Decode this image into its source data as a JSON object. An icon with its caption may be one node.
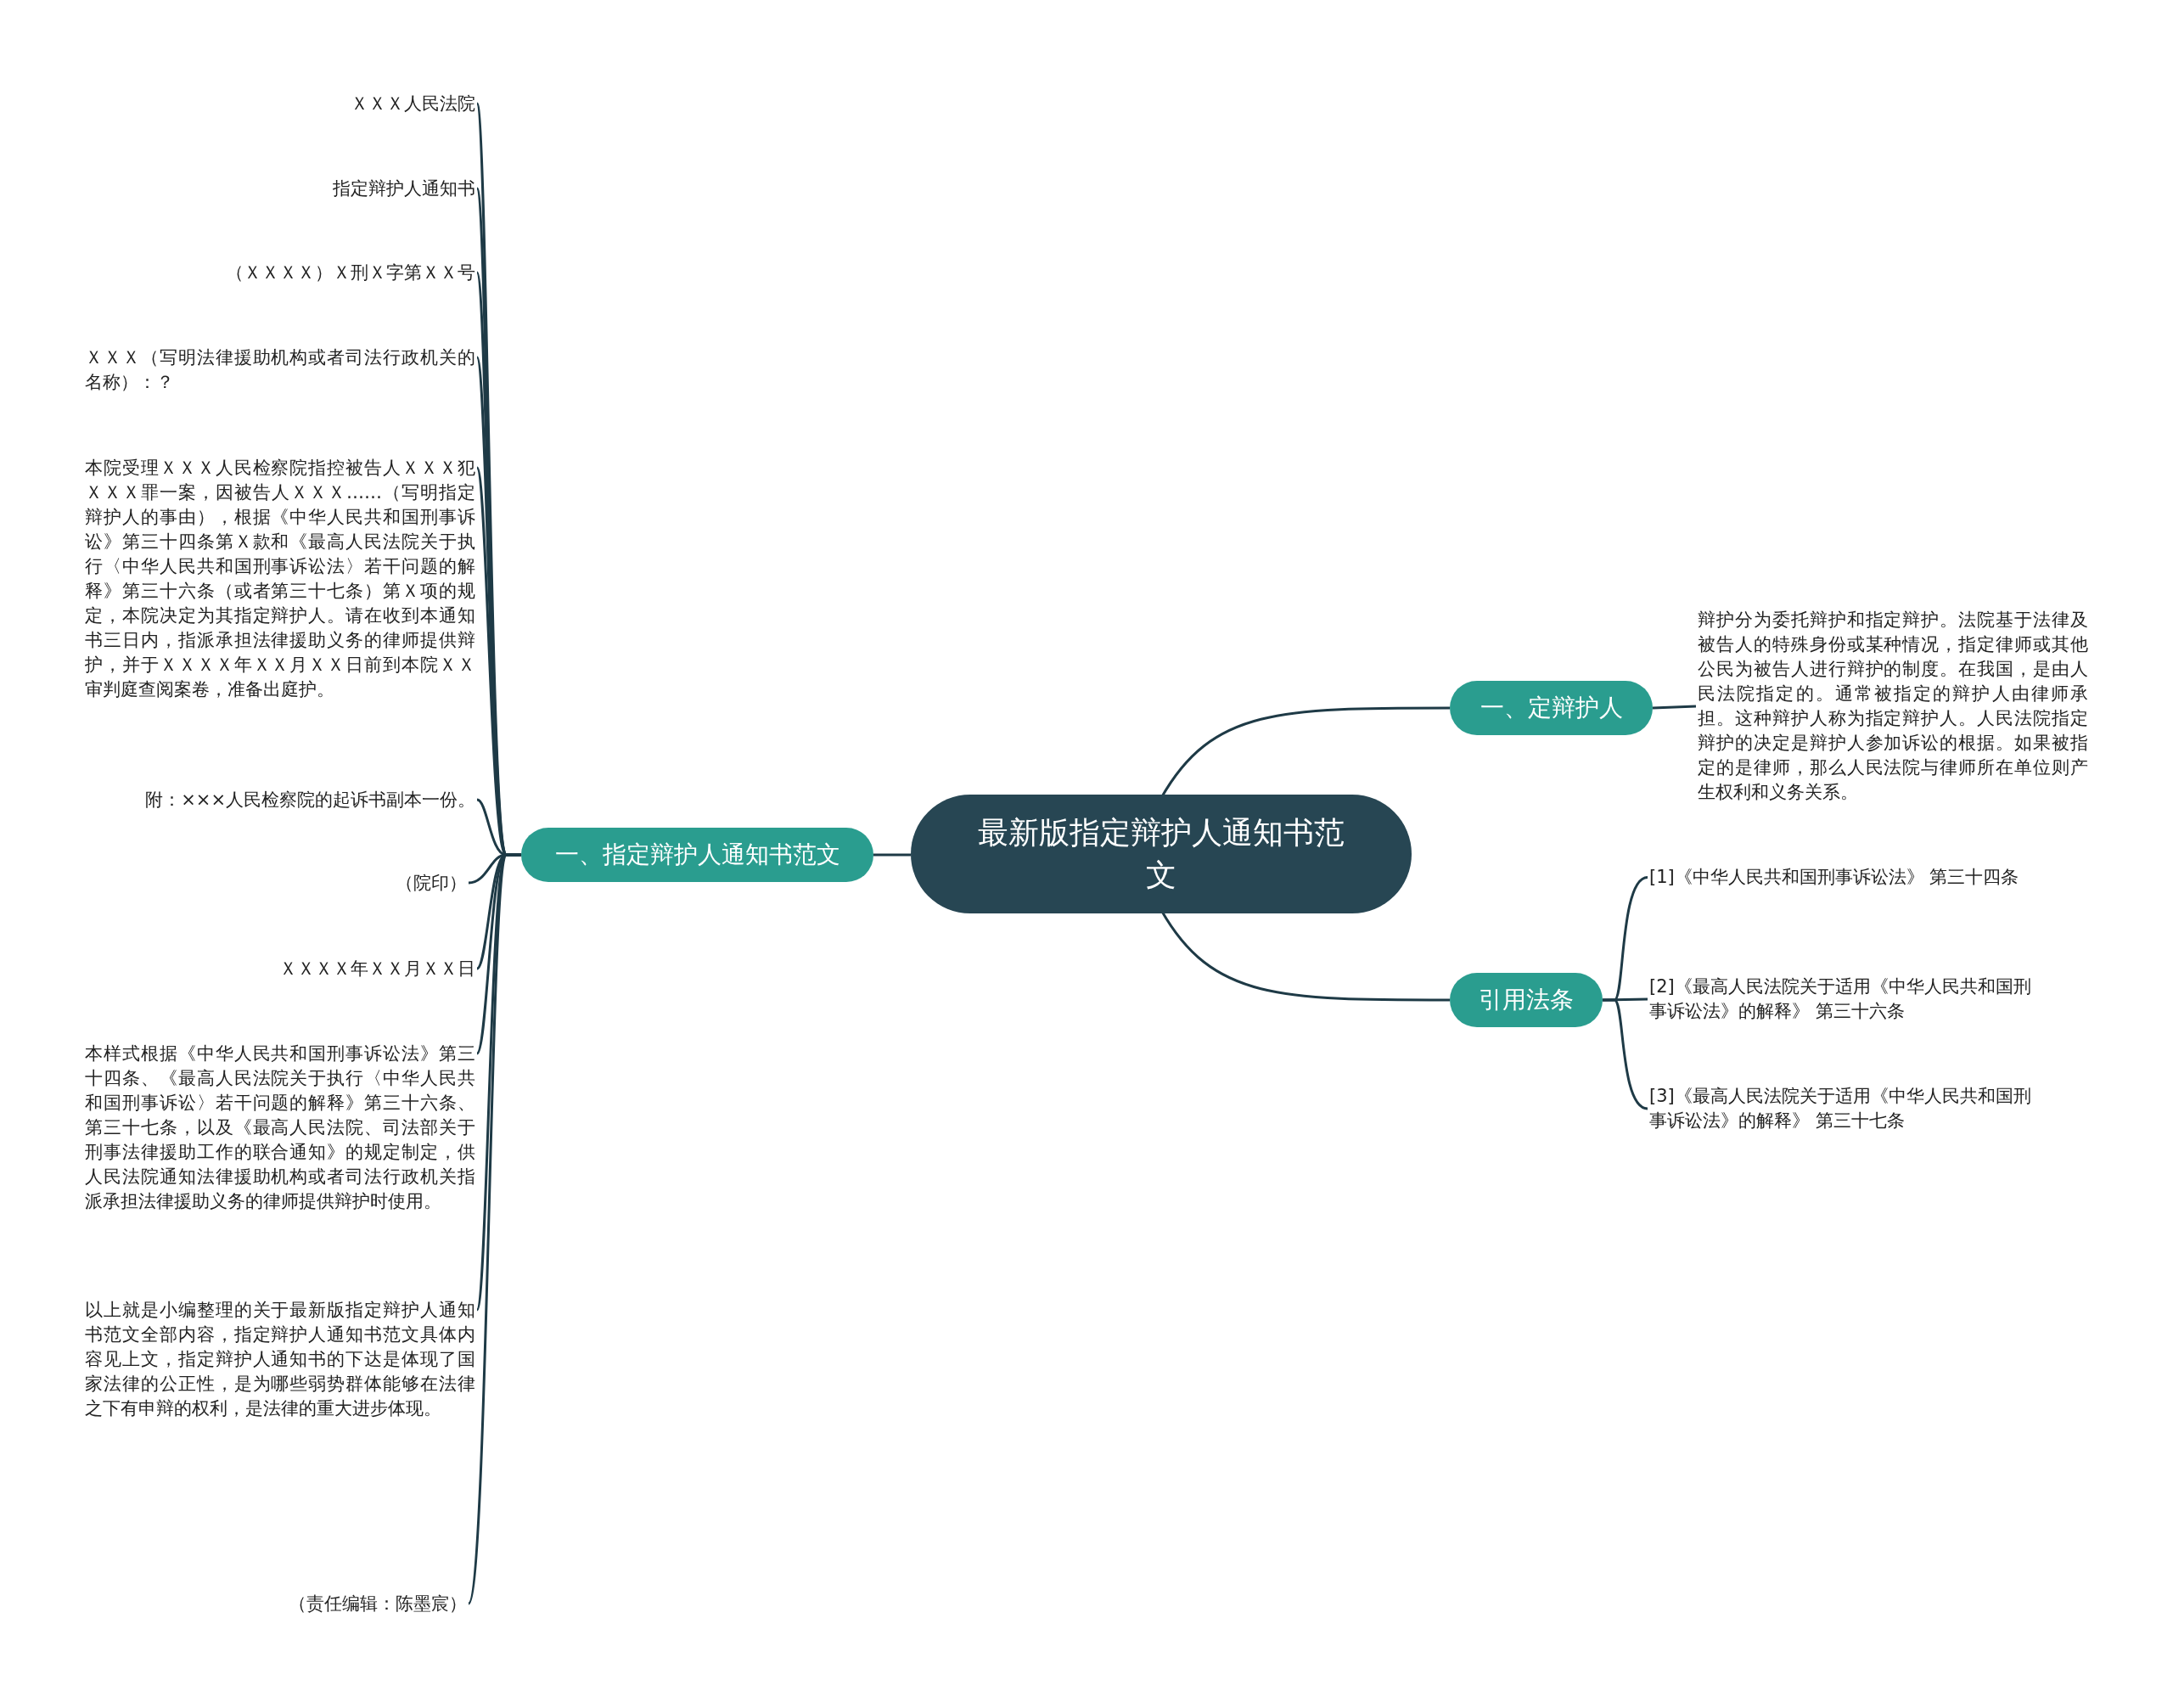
{
  "diagram": {
    "nodes": [
      {
        "text": [
          "最新版指定辩护人通知书范文"
        ]
      },
      {
        "text": [
          "一、指定辩护人通知书范文"
        ]
      },
      {
        "text": [
          "ＸＸＸ人民法院"
        ]
      },
      {
        "text": [
          "指定辩护人通知书"
        ]
      },
      {
        "text": [
          "（ＸＸＸＸ）Ｘ刑Ｘ字第ＸＸ号"
        ]
      },
      {
        "text": [
          "ＸＸＸ（写明法律援助机构或者司法行政机关的名称）：？"
        ]
      },
      {
        "text": [
          "本院受理ＸＸＸ人民检察院指控被告人ＸＸＸ犯ＸＸＸ罪一案，因被告人ＸＸＸ……（写明指定辩护人的事由），根据《中华人民共和国刑事诉讼》第三十四条第Ｘ款和《最高人民法院关于执行〈中华人民共和国刑事诉讼法〉若干问题的解释》第三十六条（或者第三十七条）第Ｘ项的规定，本院决定为其指定辩护人。请在收到本通知书三日内，指派承担法律援助义务的律师提供辩护，并于ＸＸＸＸ年ＸＸ月ＸＸ日前到本院ＸＸ审判庭查阅案卷，准备出庭护。"
        ]
      },
      {
        "text": [
          "附：×××人民检察院的起诉书副本一份。"
        ]
      },
      {
        "text": [
          "（院印）"
        ]
      },
      {
        "text": [
          "ＸＸＸＸ年ＸＸ月ＸＸ日"
        ]
      },
      {
        "text": [
          "本样式根据《中华人民共和国刑事诉讼法》第三十四条、《最高人民法院关于执行〈中华人民共和国刑事诉讼〉若干问题的解释》第三十六条、第三十七条，以及《最高人民法院、司法部关于刑事法律援助工作的联合通知》的规定制定，供人民法院通知法律援助机构或者司法行政机关指派承担法律援助义务的律师提供辩护时使用。"
        ]
      },
      {
        "text": [
          "以上就是小编整理的关于最新版指定辩护人通知书范文全部内容，指定辩护人通知书范文具体内容见上文，指定辩护人通知书的下达是体现了国家法律的公正性，是为哪些弱势群体能够在法律之下有申辩的权利，是法律的重大进步体现。"
        ]
      },
      {
        "text": [
          "（责任编辑：陈墨宸）"
        ]
      },
      {
        "text": [
          "一、定辩护人"
        ]
      },
      {
        "text": [
          "辩护分为委托辩护和指定辩护。法院基于法律及被告人的特殊身份或某种情况，指定律师或其他公民为被告人进行辩护的制度。在我国，是由人民法院指定的。通常被指定的辩护人由律师承担。这种辩护人称为指定辩护人。人民法院指定辩护的决定是辩护人参加诉讼的根据。如果被指定的是律师，那么人民法院与律师所在单位则产生权利和义务关系。"
        ]
      },
      {
        "text": [
          "引用法条"
        ]
      },
      {
        "text": [
          "[1]《中华人民共和国刑事诉讼法》 第三十四条"
        ]
      },
      {
        "text": [
          "[2]《最高人民法院关于适用《中华人民共和国刑事诉讼法》的解释》 第三十六条"
        ]
      },
      {
        "text": [
          "[3]《最高人民法院关于适用《中华人民共和国刑事诉讼法》的解释》 第三十七条"
        ]
      }
    ],
    "edges": [
      {
        "from": 0,
        "to": 1,
        "arrow": "none"
      },
      {
        "from": 1,
        "to": 2,
        "arrow": "none"
      },
      {
        "from": 1,
        "to": 3,
        "arrow": "none"
      },
      {
        "from": 1,
        "to": 4,
        "arrow": "none"
      },
      {
        "from": 1,
        "to": 5,
        "arrow": "none"
      },
      {
        "from": 1,
        "to": 6,
        "arrow": "none"
      },
      {
        "from": 1,
        "to": 7,
        "arrow": "none"
      },
      {
        "from": 1,
        "to": 8,
        "arrow": "none"
      },
      {
        "from": 1,
        "to": 9,
        "arrow": "none"
      },
      {
        "from": 1,
        "to": 10,
        "arrow": "none"
      },
      {
        "from": 1,
        "to": 11,
        "arrow": "none"
      },
      {
        "from": 1,
        "to": 12,
        "arrow": "none"
      },
      {
        "from": 0,
        "to": 13,
        "arrow": "none"
      },
      {
        "from": 13,
        "to": 14,
        "arrow": "none"
      },
      {
        "from": 0,
        "to": 15,
        "arrow": "none"
      },
      {
        "from": 15,
        "to": 16,
        "arrow": "none"
      },
      {
        "from": 15,
        "to": 17,
        "arrow": "none"
      },
      {
        "from": 15,
        "to": 18,
        "arrow": "none"
      }
    ]
  }
}
